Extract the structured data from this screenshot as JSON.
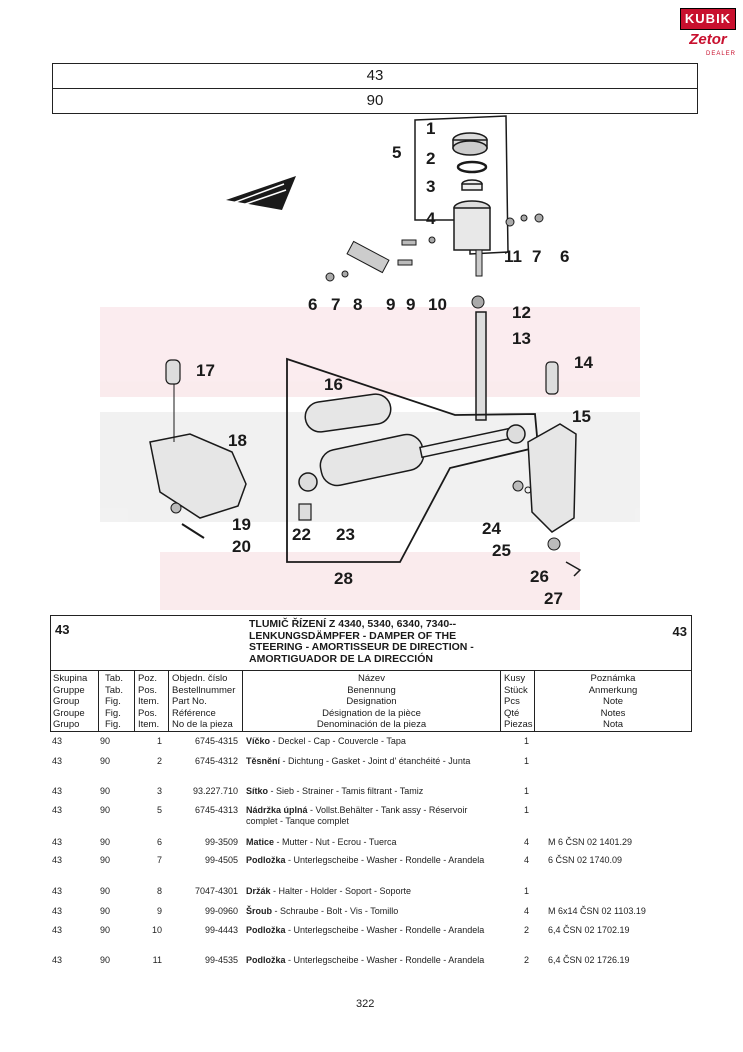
{
  "logo": {
    "top_text": "KUBIK",
    "bottom_text": "Zetor",
    "sub_text": "DEALER"
  },
  "header": {
    "group": "43",
    "table": "90"
  },
  "diagram": {
    "callouts": [
      "1",
      "2",
      "3",
      "4",
      "5",
      "6",
      "7",
      "8",
      "9",
      "9",
      "10",
      "11",
      "7",
      "6",
      "12",
      "13",
      "14",
      "15",
      "16",
      "17",
      "18",
      "19",
      "20",
      "22",
      "23",
      "24",
      "25",
      "26",
      "27",
      "28"
    ]
  },
  "title": {
    "group_left": "43",
    "group_right": "43",
    "lines": [
      "TLUMIČ ŘÍZENÍ Z 4340, 5340, 6340, 7340--",
      "LENKUNGSDÄMPFER - DAMPER OF THE",
      "STEERING - AMORTISSEUR DE DIRECTION -",
      "AMORTIGUADOR DE LA DIRECCIÓN"
    ]
  },
  "columns": {
    "group": [
      "Skupina",
      "Gruppe",
      "Group",
      "Groupe",
      "Grupo"
    ],
    "table": [
      "Tab.",
      "Tab.",
      "Fig.",
      "Fig.",
      "Fig."
    ],
    "pos": [
      "Poz.",
      "Pos.",
      "Item.",
      "Pos.",
      "Item."
    ],
    "part": [
      "Objedn. číslo",
      "Bestellnummer",
      "Part No.",
      "Référence",
      "No de la pieza"
    ],
    "name": [
      "Název",
      "Benennung",
      "Designation",
      "Désignation de la pièce",
      "Denominación de la pieza"
    ],
    "qty": [
      "Kusy",
      "Stück",
      "Pcs",
      "Qté",
      "Piezas"
    ],
    "note": [
      "Poznámka",
      "Anmerkung",
      "Note",
      "Notes",
      "Nota"
    ]
  },
  "rows": [
    {
      "group": "43",
      "table": "90",
      "pos": "1",
      "part": "6745-4315",
      "name_bold": "Víčko",
      "name_rest": " - Deckel - Cap - Couvercle - Tapa",
      "qty": "1",
      "note": ""
    },
    {
      "group": "43",
      "table": "90",
      "pos": "2",
      "part": "6745-4312",
      "name_bold": "Těsnění",
      "name_rest": " - Dichtung - Gasket - Joint d' étanchéité - Junta",
      "qty": "1",
      "note": ""
    },
    {
      "group": "43",
      "table": "90",
      "pos": "3",
      "part": "93.227.710",
      "name_bold": "Sítko",
      "name_rest": " - Sieb - Strainer - Tamis filtrant - Tamiz",
      "qty": "1",
      "note": ""
    },
    {
      "group": "43",
      "table": "90",
      "pos": "5",
      "part": "6745-4313",
      "name_bold": "Nádržka úplná",
      "name_rest": " - Vollst.Behälter - Tank assy - Réservoir complet - Tanque complet",
      "qty": "1",
      "note": ""
    },
    {
      "group": "43",
      "table": "90",
      "pos": "6",
      "part": "99-3509",
      "name_bold": "Matice",
      "name_rest": " - Mutter - Nut - Ecrou - Tuerca",
      "qty": "4",
      "note": "M 6 ČSN 02 1401.29"
    },
    {
      "group": "43",
      "table": "90",
      "pos": "7",
      "part": "99-4505",
      "name_bold": "Podložka",
      "name_rest": " - Unterlegscheibe - Washer - Rondelle - Arandela",
      "qty": "4",
      "note": "6 ČSN 02 1740.09"
    },
    {
      "group": "43",
      "table": "90",
      "pos": "8",
      "part": "7047-4301",
      "name_bold": "Držák",
      "name_rest": " - Halter - Holder - Soport - Soporte",
      "qty": "1",
      "note": ""
    },
    {
      "group": "43",
      "table": "90",
      "pos": "9",
      "part": "99-0960",
      "name_bold": "Šroub",
      "name_rest": " - Schraube - Bolt - Vis - Tomillo",
      "qty": "4",
      "note": "M 6x14 ČSN 02 1103.19"
    },
    {
      "group": "43",
      "table": "90",
      "pos": "10",
      "part": "99-4443",
      "name_bold": "Podložka",
      "name_rest": " - Unterlegscheibe - Washer - Rondelle - Arandela",
      "qty": "2",
      "note": "6,4 ČSN 02 1702.19"
    },
    {
      "group": "43",
      "table": "90",
      "pos": "11",
      "part": "99-4535",
      "name_bold": "Podložka",
      "name_rest": " - Unterlegscheibe - Washer - Rondelle - Arandela",
      "qty": "2",
      "note": "6,4 ČSN 02 1726.19"
    }
  ],
  "page_number": "322"
}
